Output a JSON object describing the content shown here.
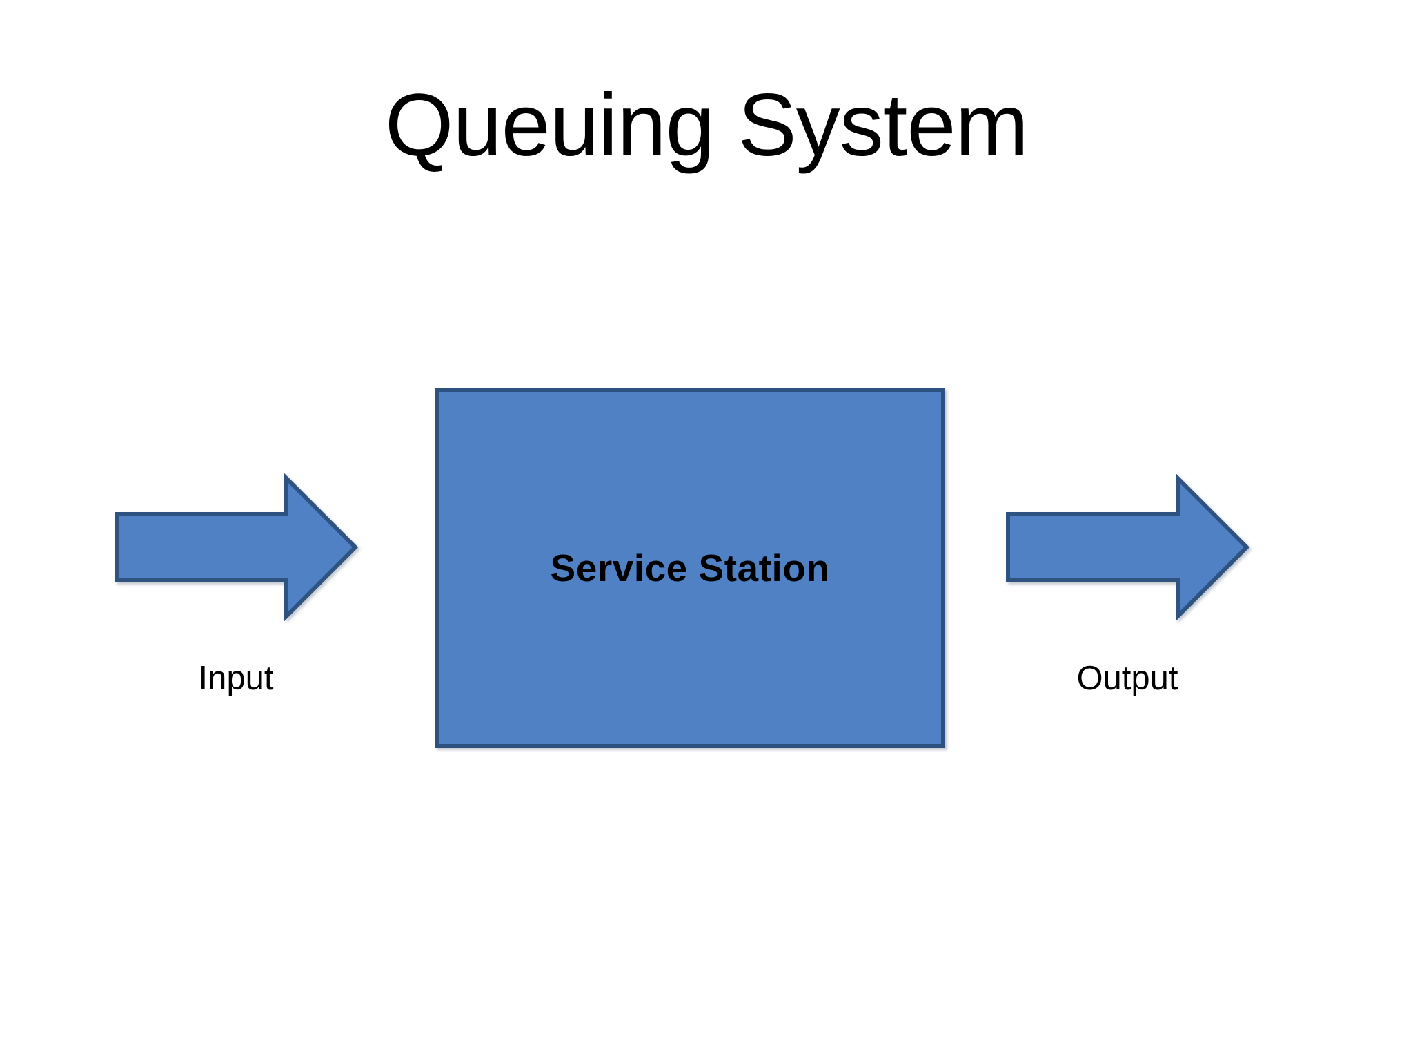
{
  "slide": {
    "title": "Queuing System",
    "background_color": "#FFFFFF"
  },
  "diagram": {
    "type": "flow",
    "shape_fill_color": "#4F81C4",
    "shape_border_color": "#2E5280",
    "text_color": "#000000",
    "nodes": [
      {
        "id": "service-station",
        "shape": "rectangle",
        "label": "Service Station"
      }
    ],
    "flows": [
      {
        "id": "input",
        "shape": "right-arrow",
        "direction": "right",
        "label": "Input",
        "position": "left-of-service-station"
      },
      {
        "id": "output",
        "shape": "right-arrow",
        "direction": "right",
        "label": "Output",
        "position": "right-of-service-station"
      }
    ]
  }
}
